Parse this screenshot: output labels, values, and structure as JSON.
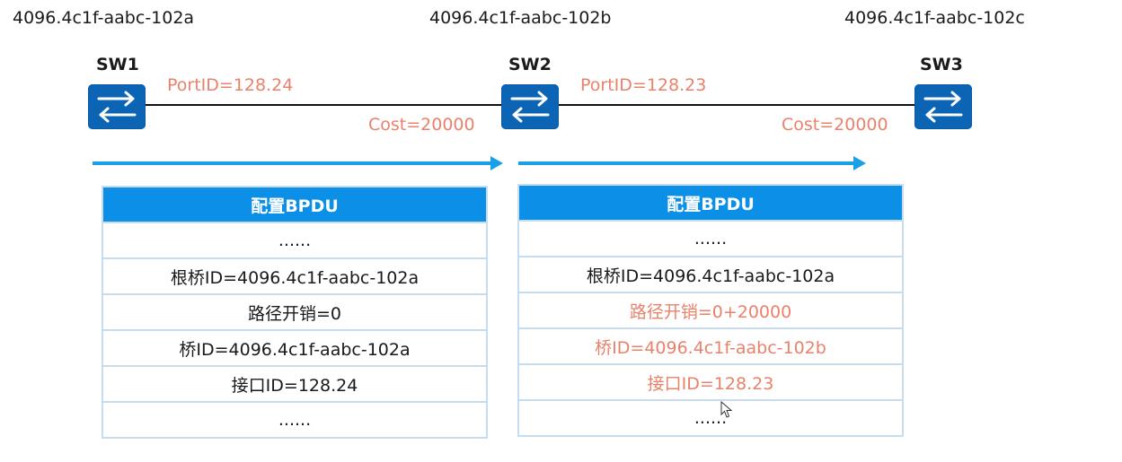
{
  "switches": [
    {
      "name": "SW1",
      "mac": "4096.4c1f-aabc-102a"
    },
    {
      "name": "SW2",
      "mac": "4096.4c1f-aabc-102b"
    },
    {
      "name": "SW3",
      "mac": "4096.4c1f-aabc-102c"
    }
  ],
  "links": [
    {
      "port": "PortID=128.24",
      "cost": "Cost=20000"
    },
    {
      "port": "PortID=128.23",
      "cost": "Cost=20000"
    }
  ],
  "bpdu_left": {
    "header": "配置BPDU",
    "rows": [
      "......",
      "根桥ID=4096.4c1f-aabc-102a",
      "路径开销=0",
      "桥ID=4096.4c1f-aabc-102a",
      "接口ID=128.24",
      "......"
    ]
  },
  "bpdu_right": {
    "header": "配置BPDU",
    "rows": [
      "......",
      "根桥ID=4096.4c1f-aabc-102a",
      "路径开销=0+20000",
      "桥ID=4096.4c1f-aabc-102b",
      "接口ID=128.23",
      "......"
    ]
  },
  "colors": {
    "switch": "#0b64b4",
    "flow": "#1aa0e6",
    "header": "#0c8fe6",
    "highlight": "#e8826b",
    "table_border": "#c7dced"
  }
}
